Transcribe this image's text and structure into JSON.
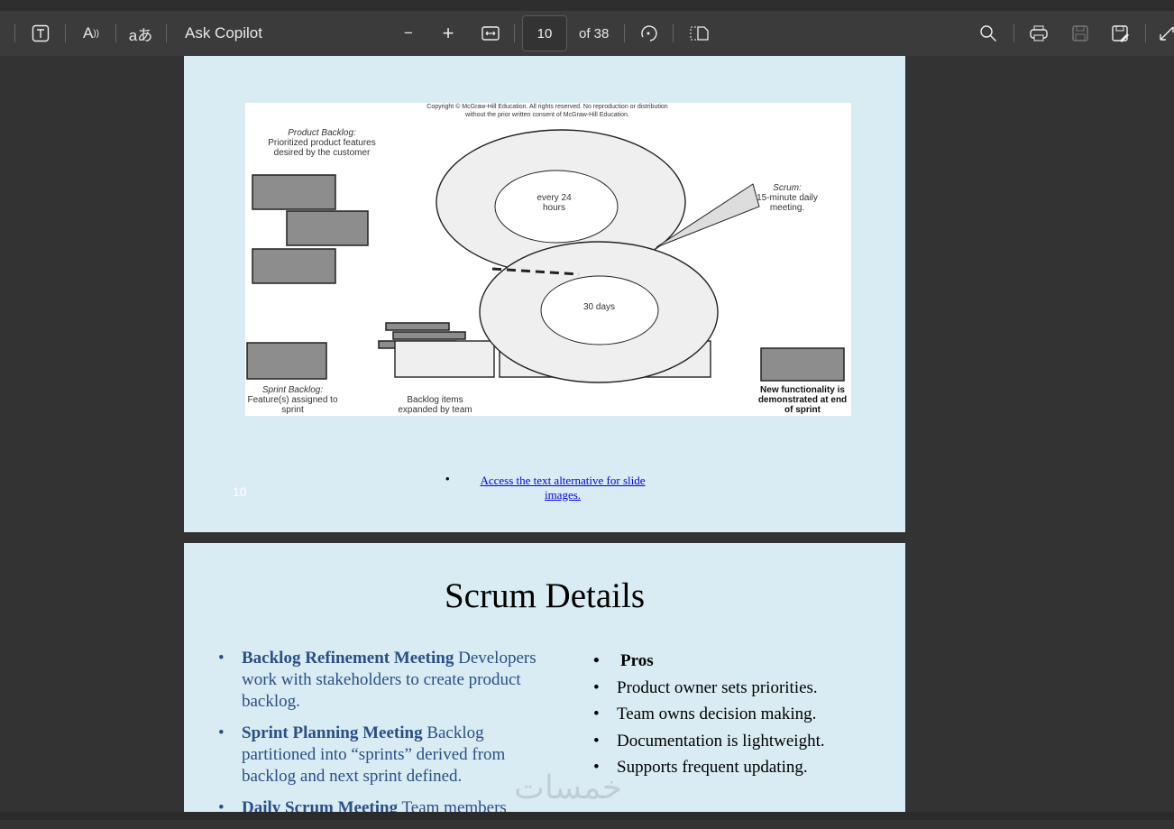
{
  "toolbar": {
    "ask_copilot": "Ask Copilot",
    "page_number": "10",
    "page_total": "of 38"
  },
  "slide10": {
    "copyright": "Copyright © McGraw-Hill Education. All rights reserved. No reproduction or distribution without the prior written consent of McGraw-Hill Education.",
    "product_backlog_title": "Product Backlog:",
    "product_backlog_desc": "Prioritized product features desired by the customer",
    "every24": "every 24 hours",
    "scrum_title": "Scrum:",
    "scrum_desc": "15-minute daily meeting.",
    "thirty_days": "30 days",
    "sprint_backlog_title": "Sprint Backlog:",
    "sprint_backlog_desc": "Feature(s) assigned to sprint",
    "backlog_items": "Backlog items expanded by team",
    "new_functionality": "New functionality is demonstrated at end of sprint",
    "page_num": "10",
    "link": "Access the text alternative for slide images."
  },
  "slide11": {
    "title": "Scrum Details",
    "left": [
      {
        "bold": "Backlog Refinement Meeting",
        "text": " Developers work with stakeholders to create product backlog."
      },
      {
        "bold": "Sprint Planning Meeting",
        "text": " Backlog partitioned into “sprints” derived from backlog and next sprint defined."
      },
      {
        "bold": "Daily Scrum Meeting",
        "text": " Team members"
      }
    ],
    "pros_heading": "Pros",
    "pros": [
      "Product owner sets priorities.",
      "Team owns decision making.",
      "Documentation is lightweight.",
      "Supports frequent updating."
    ],
    "watermark": "خمسات"
  }
}
